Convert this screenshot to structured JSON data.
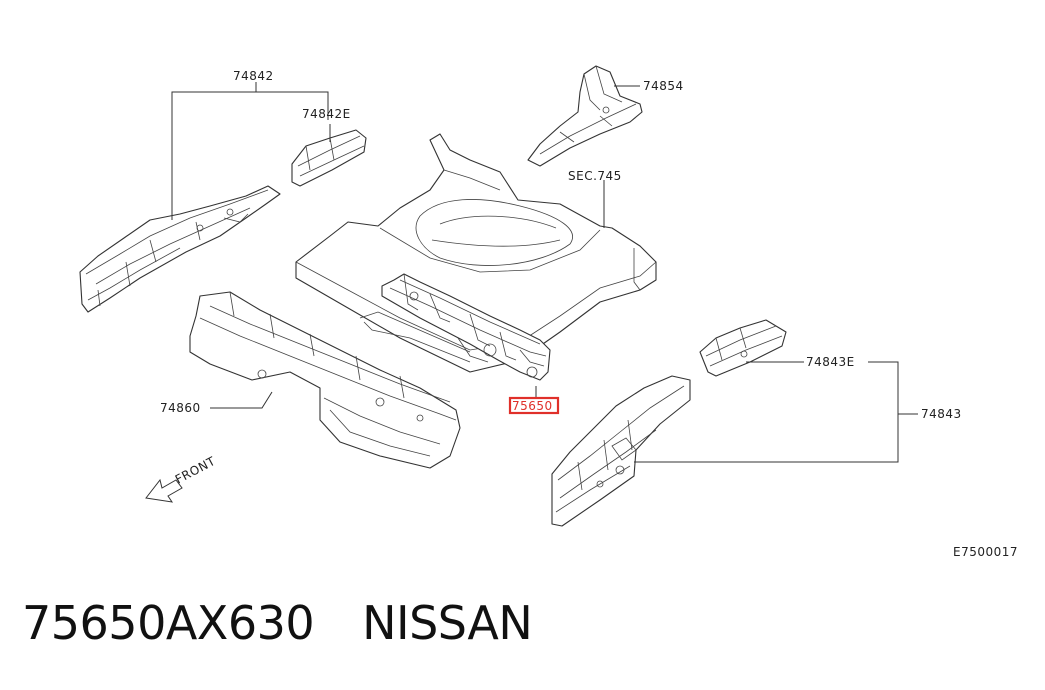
{
  "diagram": {
    "labels": {
      "p74842": "74842",
      "p74842e": "74842E",
      "p74854": "74854",
      "sec745": "SEC.745",
      "p74860": "74860",
      "p75650": "75650",
      "p74843e": "74843E",
      "p74843": "74843",
      "front": "FRONT",
      "figure_code": "E7500017"
    },
    "highlight_color": "#e0302a"
  },
  "caption": {
    "part_number": "75650AX630",
    "brand": "NISSAN"
  }
}
